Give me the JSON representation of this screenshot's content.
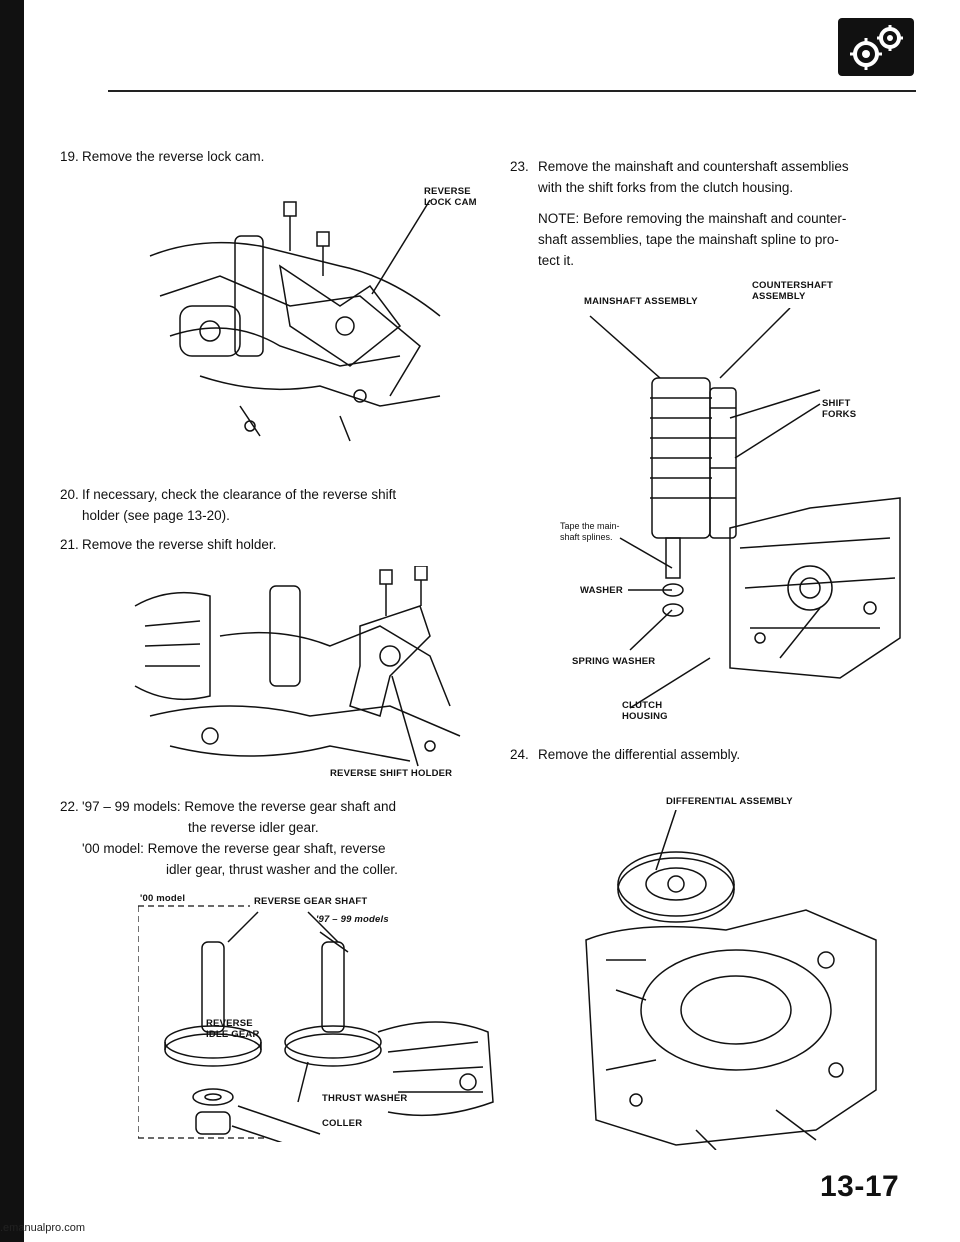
{
  "page_number": "13-17",
  "footer_url": ".emanualpro.com",
  "header_icon": "transmission-gear-icon",
  "steps": {
    "s19": {
      "num": "19.",
      "text": "Remove the reverse lock cam."
    },
    "s20": {
      "num": "20.",
      "line1": "If necessary, check the clearance of the reverse shift",
      "line2": "holder (see page 13-20)."
    },
    "s21": {
      "num": "21.",
      "text": "Remove the reverse shift holder."
    },
    "s22": {
      "num": "22.",
      "line1": "'97 – 99 models: Remove the reverse gear shaft and",
      "line2": "the reverse idler gear.",
      "line3": "'00 model: Remove the reverse gear shaft, reverse",
      "line4": "idler gear, thrust washer and the coller."
    },
    "s23": {
      "num": "23.",
      "line1": "Remove the mainshaft and countershaft assemblies",
      "line2": "with the shift forks from the clutch housing.",
      "note1": "NOTE: Before removing the mainshaft and counter-",
      "note2": "shaft assemblies, tape the mainshaft spline to pro-",
      "note3": "tect it."
    },
    "s24": {
      "num": "24.",
      "text": "Remove the differential assembly."
    }
  },
  "callouts": {
    "reverse_lock_cam_1": "REVERSE",
    "reverse_lock_cam_2": "LOCK CAM",
    "reverse_shift_holder": "REVERSE SHIFT HOLDER",
    "model_00": "'00 model",
    "reverse_gear_shaft": "REVERSE GEAR SHAFT",
    "models_97_99": "'97 – 99 models",
    "reverse_idle_gear_1": "REVERSE",
    "reverse_idle_gear_2": "IDLE GEAR",
    "thrust_washer": "THRUST WASHER",
    "coller": "COLLER",
    "mainshaft_assembly": "MAINSHAFT ASSEMBLY",
    "countershaft_1": "COUNTERSHAFT",
    "countershaft_2": "ASSEMBLY",
    "shift_forks_1": "SHIFT",
    "shift_forks_2": "FORKS",
    "tape_1": "Tape the main-",
    "tape_2": "shaft splines.",
    "washer": "WASHER",
    "spring_washer": "SPRING WASHER",
    "clutch_housing_1": "CLUTCH",
    "clutch_housing_2": "HOUSING",
    "differential_assembly": "DIFFERENTIAL ASSEMBLY"
  }
}
